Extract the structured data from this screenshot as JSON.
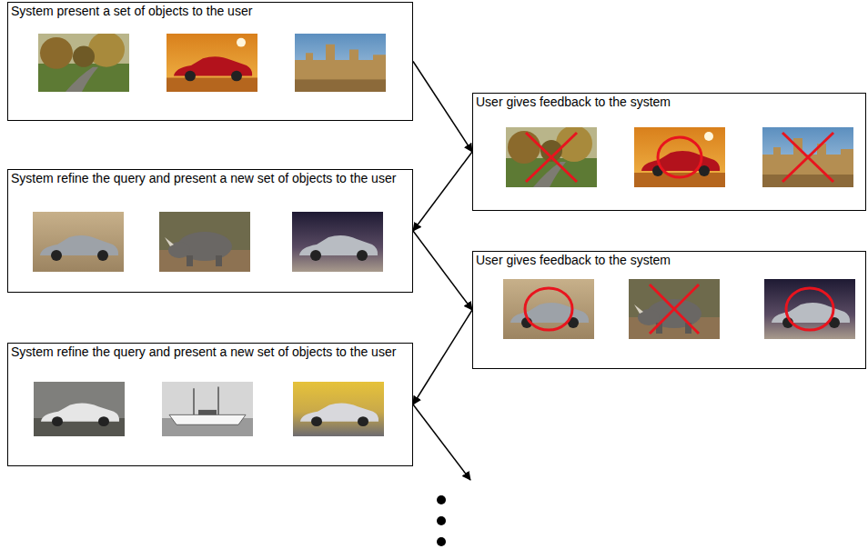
{
  "diagram": {
    "nodes": [
      {
        "text": [
          "System present a set of objects to the user"
        ]
      },
      {
        "text": [
          "User gives feedback to the system"
        ]
      },
      {
        "text": [
          "System refine the query and present a new set of objects to the user"
        ]
      },
      {
        "text": [
          "User gives feedback to the system"
        ]
      },
      {
        "text": [
          "System refine the query and present a new set of objects to the user"
        ]
      }
    ],
    "edges": [
      {
        "from": 0,
        "to": 1,
        "arrow": "to"
      },
      {
        "from": 1,
        "to": 2,
        "arrow": "to"
      },
      {
        "from": 2,
        "to": 3,
        "arrow": "to"
      },
      {
        "from": 3,
        "to": 4,
        "arrow": "to"
      }
    ]
  }
}
